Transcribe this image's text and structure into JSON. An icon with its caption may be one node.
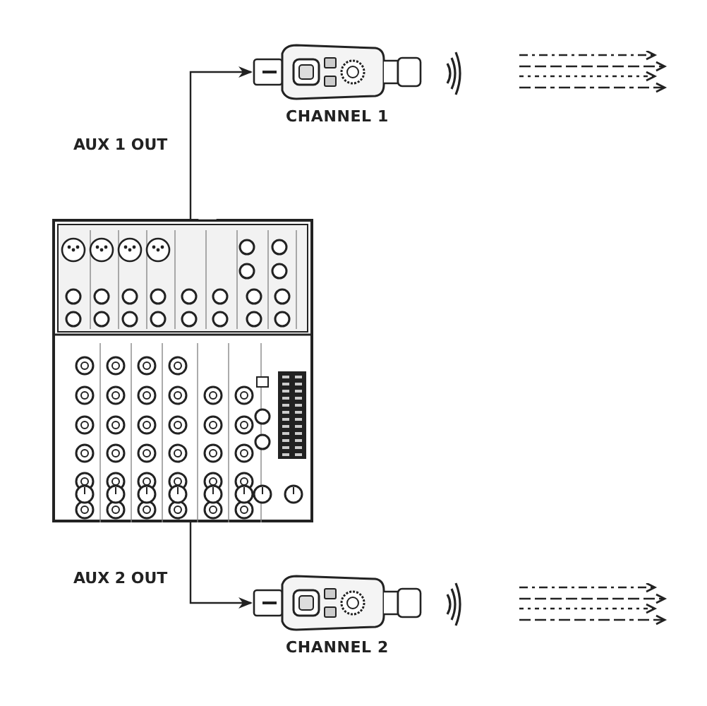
{
  "diagram": {
    "nodes": [
      {
        "text": [],
        "shape": "picture"
      },
      {
        "text": [
          "CHANNEL 1"
        ]
      },
      {
        "text": [
          "CHANNEL 2"
        ]
      }
    ],
    "edges": [
      {
        "from": 0,
        "to": 1,
        "arrow": "to",
        "label": "AUX 1 OUT"
      },
      {
        "from": 0,
        "to": 2,
        "arrow": "to",
        "label": "AUX 2 OUT"
      }
    ]
  }
}
